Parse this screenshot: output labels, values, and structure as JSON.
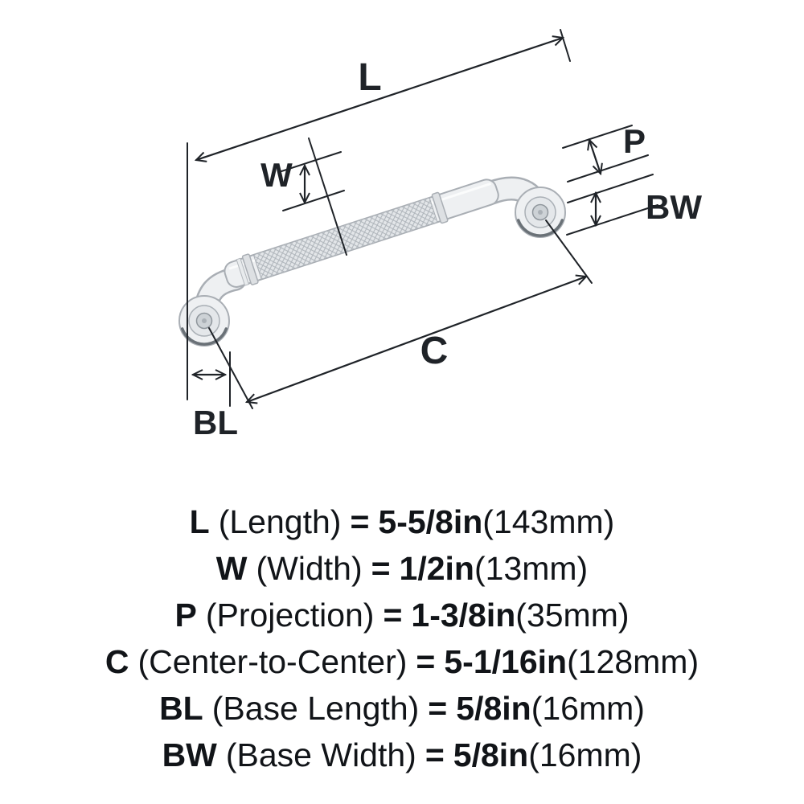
{
  "dim_labels": {
    "L": "L",
    "W": "W",
    "P": "P",
    "BW": "BW",
    "C": "C",
    "BL": "BL"
  },
  "specs": [
    {
      "abbr": "L",
      "name": "(Length)",
      "eq": "=",
      "value": "5-5/8in",
      "metric": "(143mm)"
    },
    {
      "abbr": "W",
      "name": "(Width)",
      "eq": "=",
      "value": "1/2in",
      "metric": "(13mm)"
    },
    {
      "abbr": "P",
      "name": "(Projection)",
      "eq": "=",
      "value": "1-3/8in",
      "metric": "(35mm)"
    },
    {
      "abbr": "C",
      "name": "(Center-to-Center)",
      "eq": "=",
      "value": "5-1/16in",
      "metric": "(128mm)"
    },
    {
      "abbr": "BL",
      "name": "(Base Length)",
      "eq": "=",
      "value": "5/8in",
      "metric": "(16mm)"
    },
    {
      "abbr": "BW",
      "name": "(Base Width)",
      "eq": "=",
      "value": "5/8in",
      "metric": "(16mm)"
    }
  ],
  "colors": {
    "line": "#1f2328",
    "metal_fill": "#eef0f2",
    "metal_outline": "#a9aeb4",
    "knurl": "#aeb4ba",
    "background": "#ffffff"
  }
}
